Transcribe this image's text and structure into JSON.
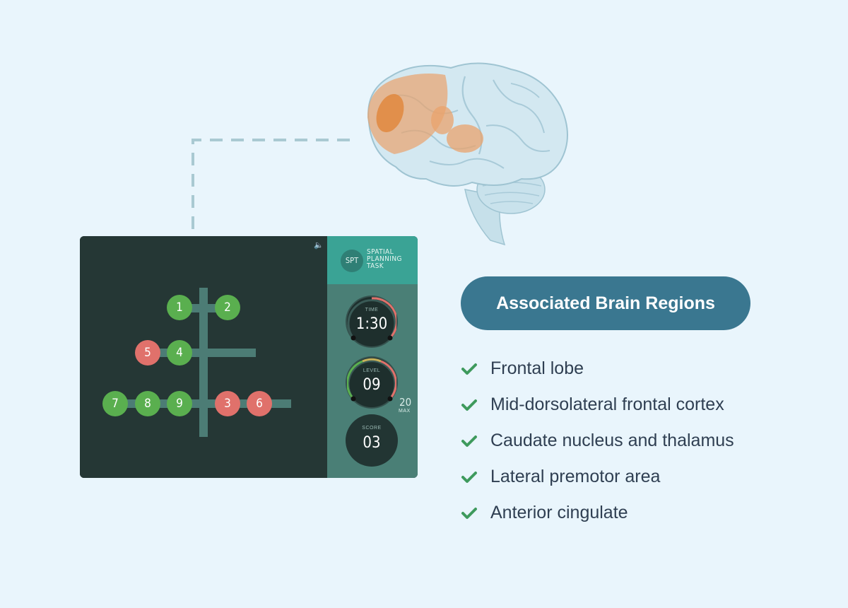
{
  "game": {
    "speaker_icon": "speaker-icon",
    "logo_abbrev": "SPT",
    "logo_lines": [
      "SPATIAL",
      "PLANNING",
      "TASK"
    ],
    "time_label": "TIME",
    "time_value": "1:30",
    "level_label": "LEVEL",
    "level_value": "09",
    "level_max_value": "20",
    "level_max_label": "MAX",
    "score_label": "SCORE",
    "score_value": "03",
    "balls": [
      {
        "number": "1",
        "color": "green"
      },
      {
        "number": "2",
        "color": "green"
      },
      {
        "number": "5",
        "color": "red"
      },
      {
        "number": "4",
        "color": "green"
      },
      {
        "number": "7",
        "color": "green"
      },
      {
        "number": "8",
        "color": "green"
      },
      {
        "number": "9",
        "color": "green"
      },
      {
        "number": "3",
        "color": "red"
      },
      {
        "number": "6",
        "color": "red"
      }
    ],
    "colors": {
      "green": "#5aaf4f",
      "red": "#e0716b",
      "panel": "#253735",
      "sidebar": "#4a7f76",
      "header": "#3aa395"
    }
  },
  "info": {
    "heading": "Associated Brain Regions",
    "heading_color": "#3a7790",
    "check_color": "#3e9a5d",
    "regions": [
      "Frontal lobe",
      "Mid-dorsolateral frontal cortex",
      "Caudate nucleus and thalamus",
      "Lateral premotor area",
      "Anterior cingulate"
    ]
  }
}
